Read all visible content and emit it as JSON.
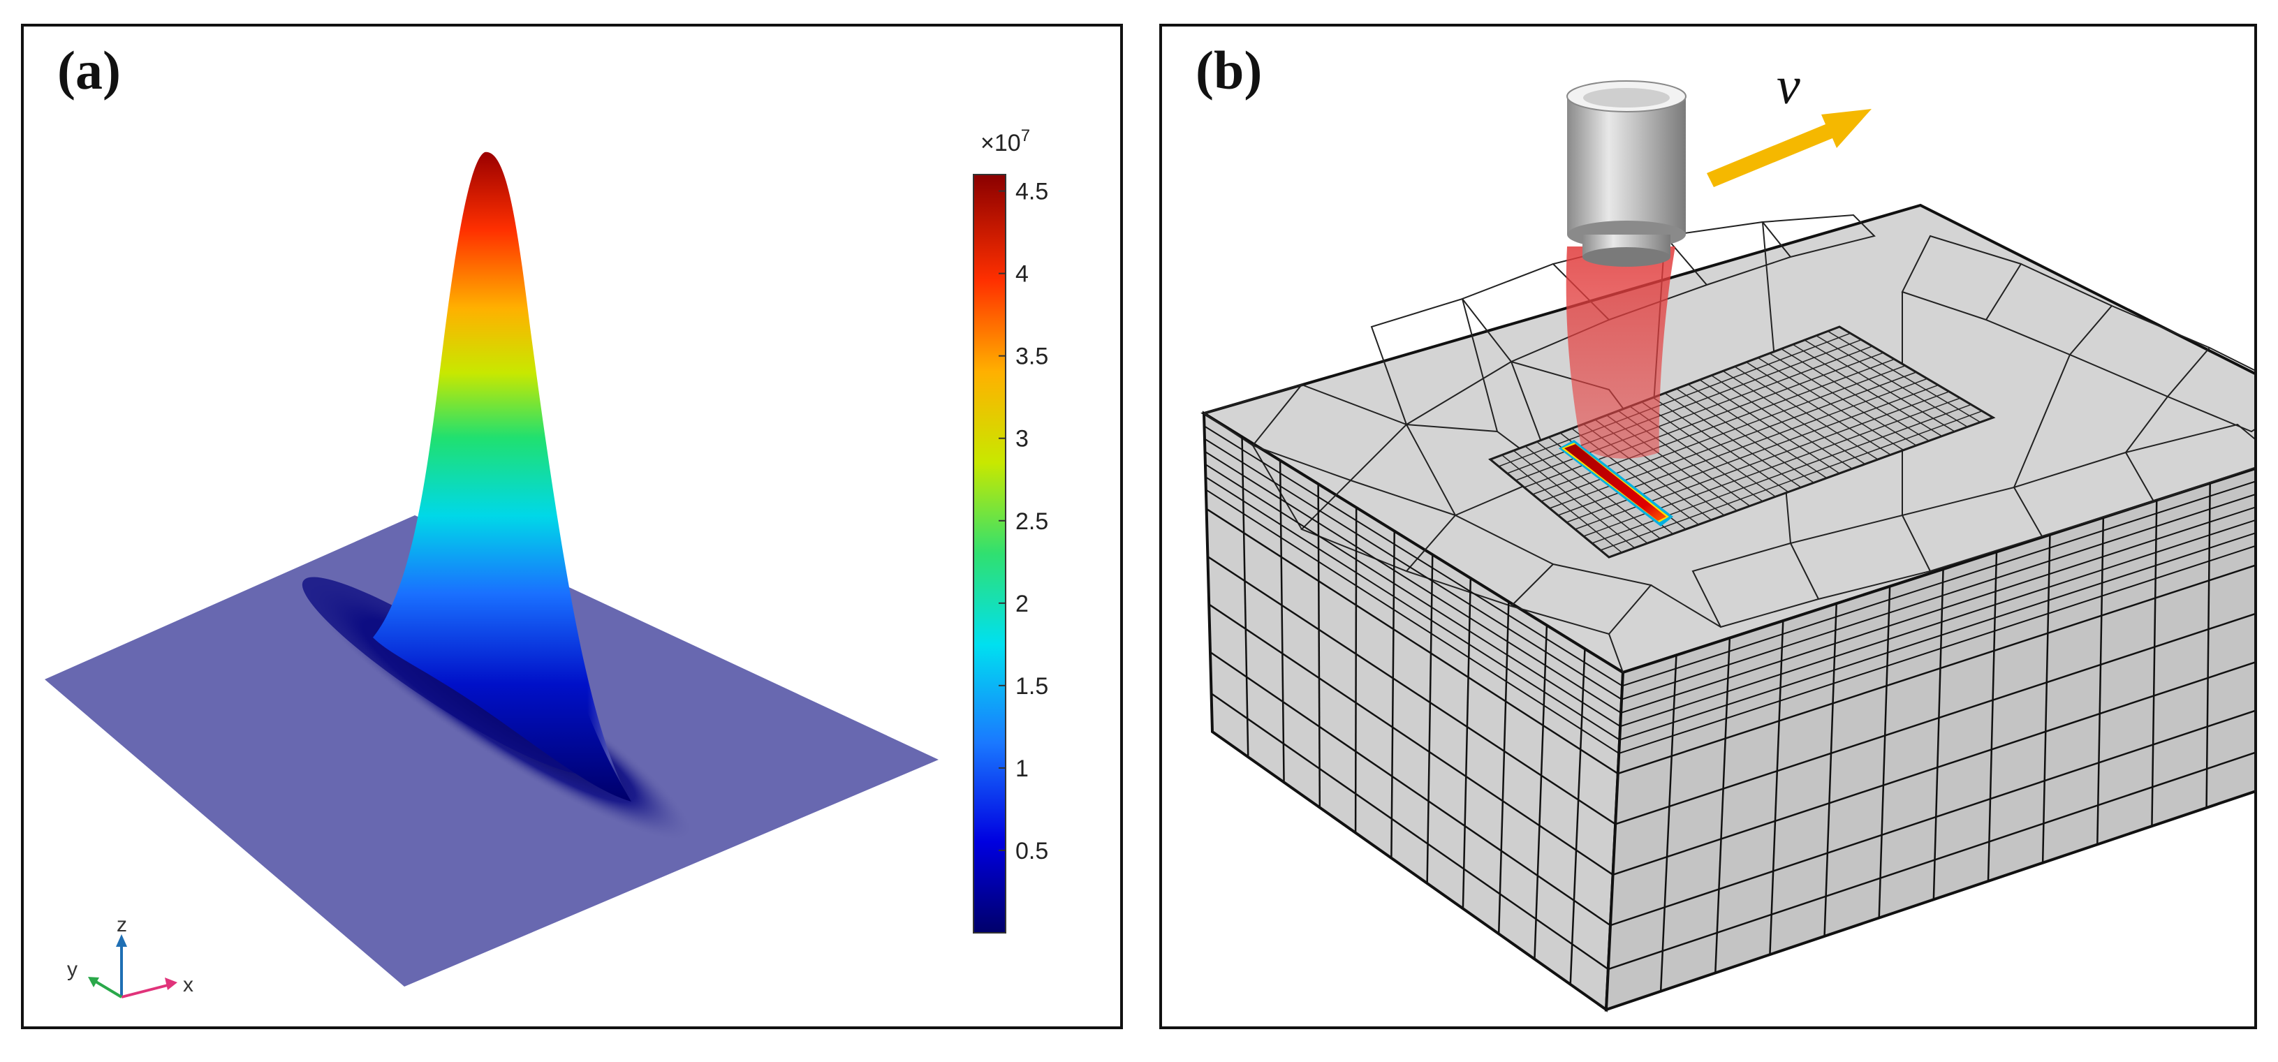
{
  "panel_a": {
    "label": "(a)",
    "colorbar": {
      "multiplier": "×10",
      "exponent": "7",
      "ticks": [
        "4.5",
        "4",
        "3.5",
        "3",
        "2.5",
        "2",
        "1.5",
        "1",
        "0.5"
      ],
      "tick_values": [
        4.5,
        4,
        3.5,
        3,
        2.5,
        2,
        1.5,
        1,
        0.5
      ],
      "range": [
        0,
        4.6
      ]
    },
    "triad": {
      "x": "x",
      "y": "y",
      "z": "z"
    }
  },
  "panel_b": {
    "label": "(b)",
    "velocity_label": "v"
  }
}
